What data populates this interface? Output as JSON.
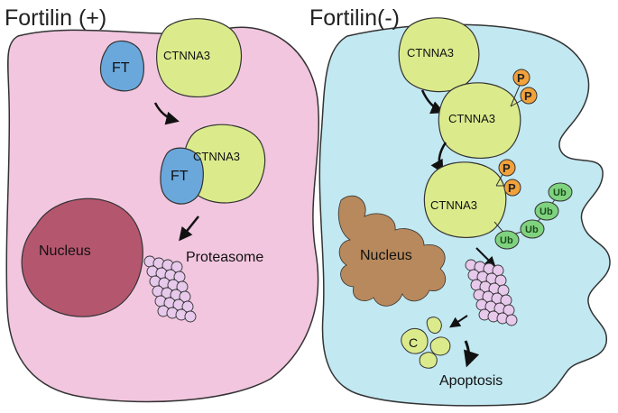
{
  "left_panel": {
    "title": "Fortilin (+)",
    "ft_label": "FT",
    "protein_label": "CTNNA3",
    "nucleus_label": "Nucleus",
    "proteasome_label": "Proteasome"
  },
  "right_panel": {
    "title": "Fortilin(-)",
    "protein_label": "CTNNA3",
    "phosphate_label": "P",
    "ubiquitin_label": "Ub",
    "nucleus_label": "Nucleus",
    "fragment_label": "C",
    "outcome_label": "Apoptosis"
  },
  "colors": {
    "left_cell": "#f2c6df",
    "right_cell": "#c2e8f1",
    "ctnna3": "#dbeb8c",
    "ft": "#6aa8dc",
    "nucleus_left": "#b5566f",
    "nucleus_right": "#b8895c",
    "phosphate": "#f2a23a",
    "ubiquitin": "#7fd37f",
    "proteasome": "#e7c9ec"
  }
}
